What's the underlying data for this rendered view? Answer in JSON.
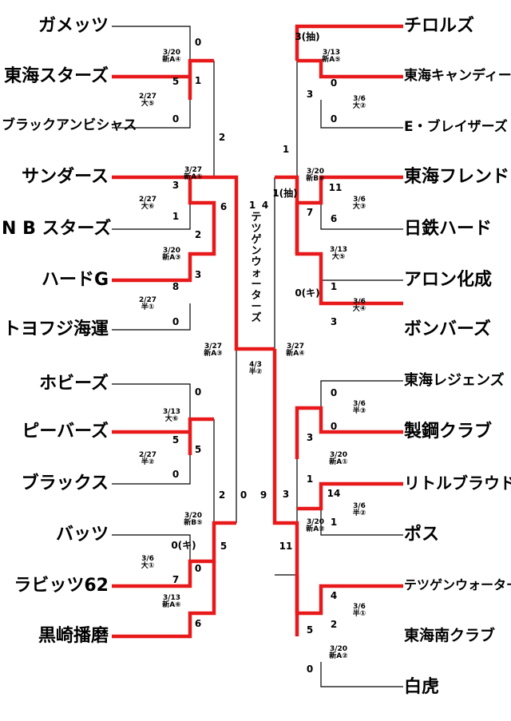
{
  "champion": "テツゲンウォーターズ",
  "left_teams": [
    "ガメッツ",
    "東海スターズ",
    "ブラックアンビシャス",
    "サンダース",
    "N B スターズ",
    "ハードG",
    "トヨフジ海運",
    "ホビーズ",
    "ピーバーズ",
    "ブラックス",
    "バッツ",
    "ラビッツ62",
    "黒崎播磨"
  ],
  "right_teams": [
    "チロルズ",
    "東海キャンディーズ",
    "E・ブレイザーズ",
    "東海フレンド",
    "日鉄ハード",
    "アロン化成",
    "ボンバーズ",
    "東海レジェンズ",
    "製鋼クラブ",
    "リトルブラウド",
    "ポス",
    "テツゲンウォーターズ",
    "東海南クラブ",
    "白虎"
  ],
  "labels": {
    "l1": "3/20\n新A④",
    "l2": "2/27\n大⑤",
    "l3": "3/27\n新A①",
    "l4": "2/27\n大⑥",
    "l5": "3/20\n新A③",
    "l6": "2/27\n半①",
    "l7": "3/13\n大⑥",
    "l8": "2/27\n半②",
    "l9": "3/20\n新B⑤",
    "l10": "3/6\n大①",
    "l11": "3/13\n新A⑥",
    "lsf": "3/27\n新A③",
    "r1": "3/13\n新A⑤",
    "r2": "3/6\n大②",
    "r3": "3/20\n新B⑥",
    "r4": "3/6\n大③",
    "r5": "3/13\n大⑤",
    "r6": "3/6\n大④",
    "r7": "3/6\n半③",
    "r8": "3/20\n新A①",
    "r9": "3/6\n半②",
    "r10": "3/20\n新A②",
    "r11": "3/6\n半①",
    "r12": "3/20\n新A②",
    "rsf": "3/27\n新A④",
    "final": "4/3\n半②"
  },
  "scores": {
    "s_gam": "0",
    "s_tos": "5",
    "s_bla": "0",
    "s_q1": "1",
    "s_q1b": "2",
    "s_san": "3",
    "s_nbs": "1",
    "s_hdg": "8",
    "s_toy": "0",
    "s_q2": "2",
    "s_q2b": "3",
    "s_sf1": "6",
    "s_hob": "0",
    "s_pib": "5",
    "s_blx": "0",
    "s_q3": "5",
    "s_q3b": "2",
    "s_bat": "0(キ)",
    "s_rab": "7",
    "s_q4a": "0",
    "s_kur": "6",
    "s_q4b": "5",
    "s_fin_l1": "1",
    "s_fin_l2": "4",
    "s_fin_l3": "0",
    "s_fin_l4": "9",
    "s_chi": "3(抽)",
    "s_tca": "0",
    "s_ebl": "0",
    "s_q5": "3",
    "s_q5b": "1",
    "s_tfr": "11",
    "s_nit": "6",
    "s_aro": "1",
    "s_bom": "3",
    "s_q6": "7",
    "s_q6b": "0(キ)",
    "s_sf2": "1(抽)",
    "s_tle": "0",
    "s_sei": "0",
    "s_lit": "14",
    "s_pos": "1",
    "s_q7": "3",
    "s_q7b": "1",
    "s_tet": "4",
    "s_tmn": "2",
    "s_byk": "0",
    "s_q8": "5",
    "s_sf3": "3",
    "s_sf4": "11"
  },
  "colors": {
    "win": "#e8191a",
    "line": "#000000"
  }
}
